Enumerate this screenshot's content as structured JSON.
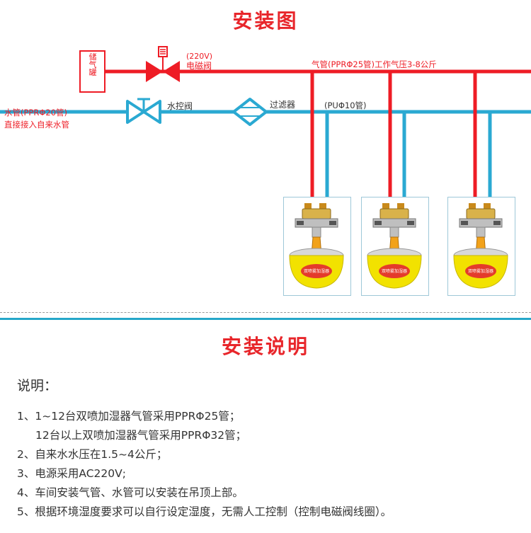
{
  "install_diagram": {
    "title": "安装图",
    "storage_tank": "储气罐",
    "solenoid_voltage": "(220V)",
    "solenoid_label": "电磁阀",
    "air_pipe_label": "气管(PPRΦ25管)工作气压3-8公斤",
    "water_pipe_label": "水管(PPRΦ20管)",
    "water_source_label": "直接接入自来水管",
    "water_valve_label": "水控阀",
    "filter_label": "过滤器",
    "branch_pipe_label": "(PUΦ10管)",
    "humidifier_units": [
      {
        "sticker": "双喷雾加湿器"
      },
      {
        "sticker": "双喷雾加湿器"
      },
      {
        "sticker": "双喷雾加湿器"
      }
    ],
    "colors": {
      "air_pipe": "#ee1c25",
      "water_pipe": "#2aa9d2",
      "title": "#e8262b",
      "dome": "#f2e200"
    }
  },
  "install_notes": {
    "title": "安装说明",
    "heading": "说明：",
    "items": [
      "1、1~12台双喷加湿器气管采用PPRΦ25管；",
      "12台以上双喷加湿器气管采用PPRΦ32管；",
      "2、自来水水压在1.5~4公斤；",
      "3、电源采用AC220V;",
      "4、车间安装气管、水管可以安装在吊顶上部。",
      "5、根据环境湿度要求可以自行设定湿度，无需人工控制（控制电磁阀线圈）。"
    ]
  }
}
